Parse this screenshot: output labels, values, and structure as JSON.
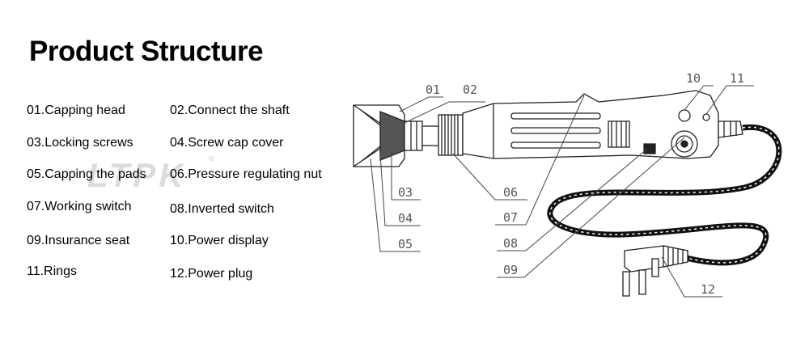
{
  "title": "Product Structure",
  "watermark": "LTPK",
  "watermark_mark": "®",
  "parts": [
    "01.Capping head",
    "02.Connect the shaft",
    "03.Locking screws",
    "04.Screw cap cover",
    "05.Capping the pads",
    "06.Pressure regulating nut",
    "07.Working switch",
    "08.Inverted switch",
    "09.Insurance seat",
    "10.Power display",
    "11.Rings",
    "12.Power plug"
  ],
  "callouts": [
    "01",
    "02",
    "03",
    "04",
    "05",
    "06",
    "07",
    "08",
    "09",
    "10",
    "11",
    "12"
  ]
}
